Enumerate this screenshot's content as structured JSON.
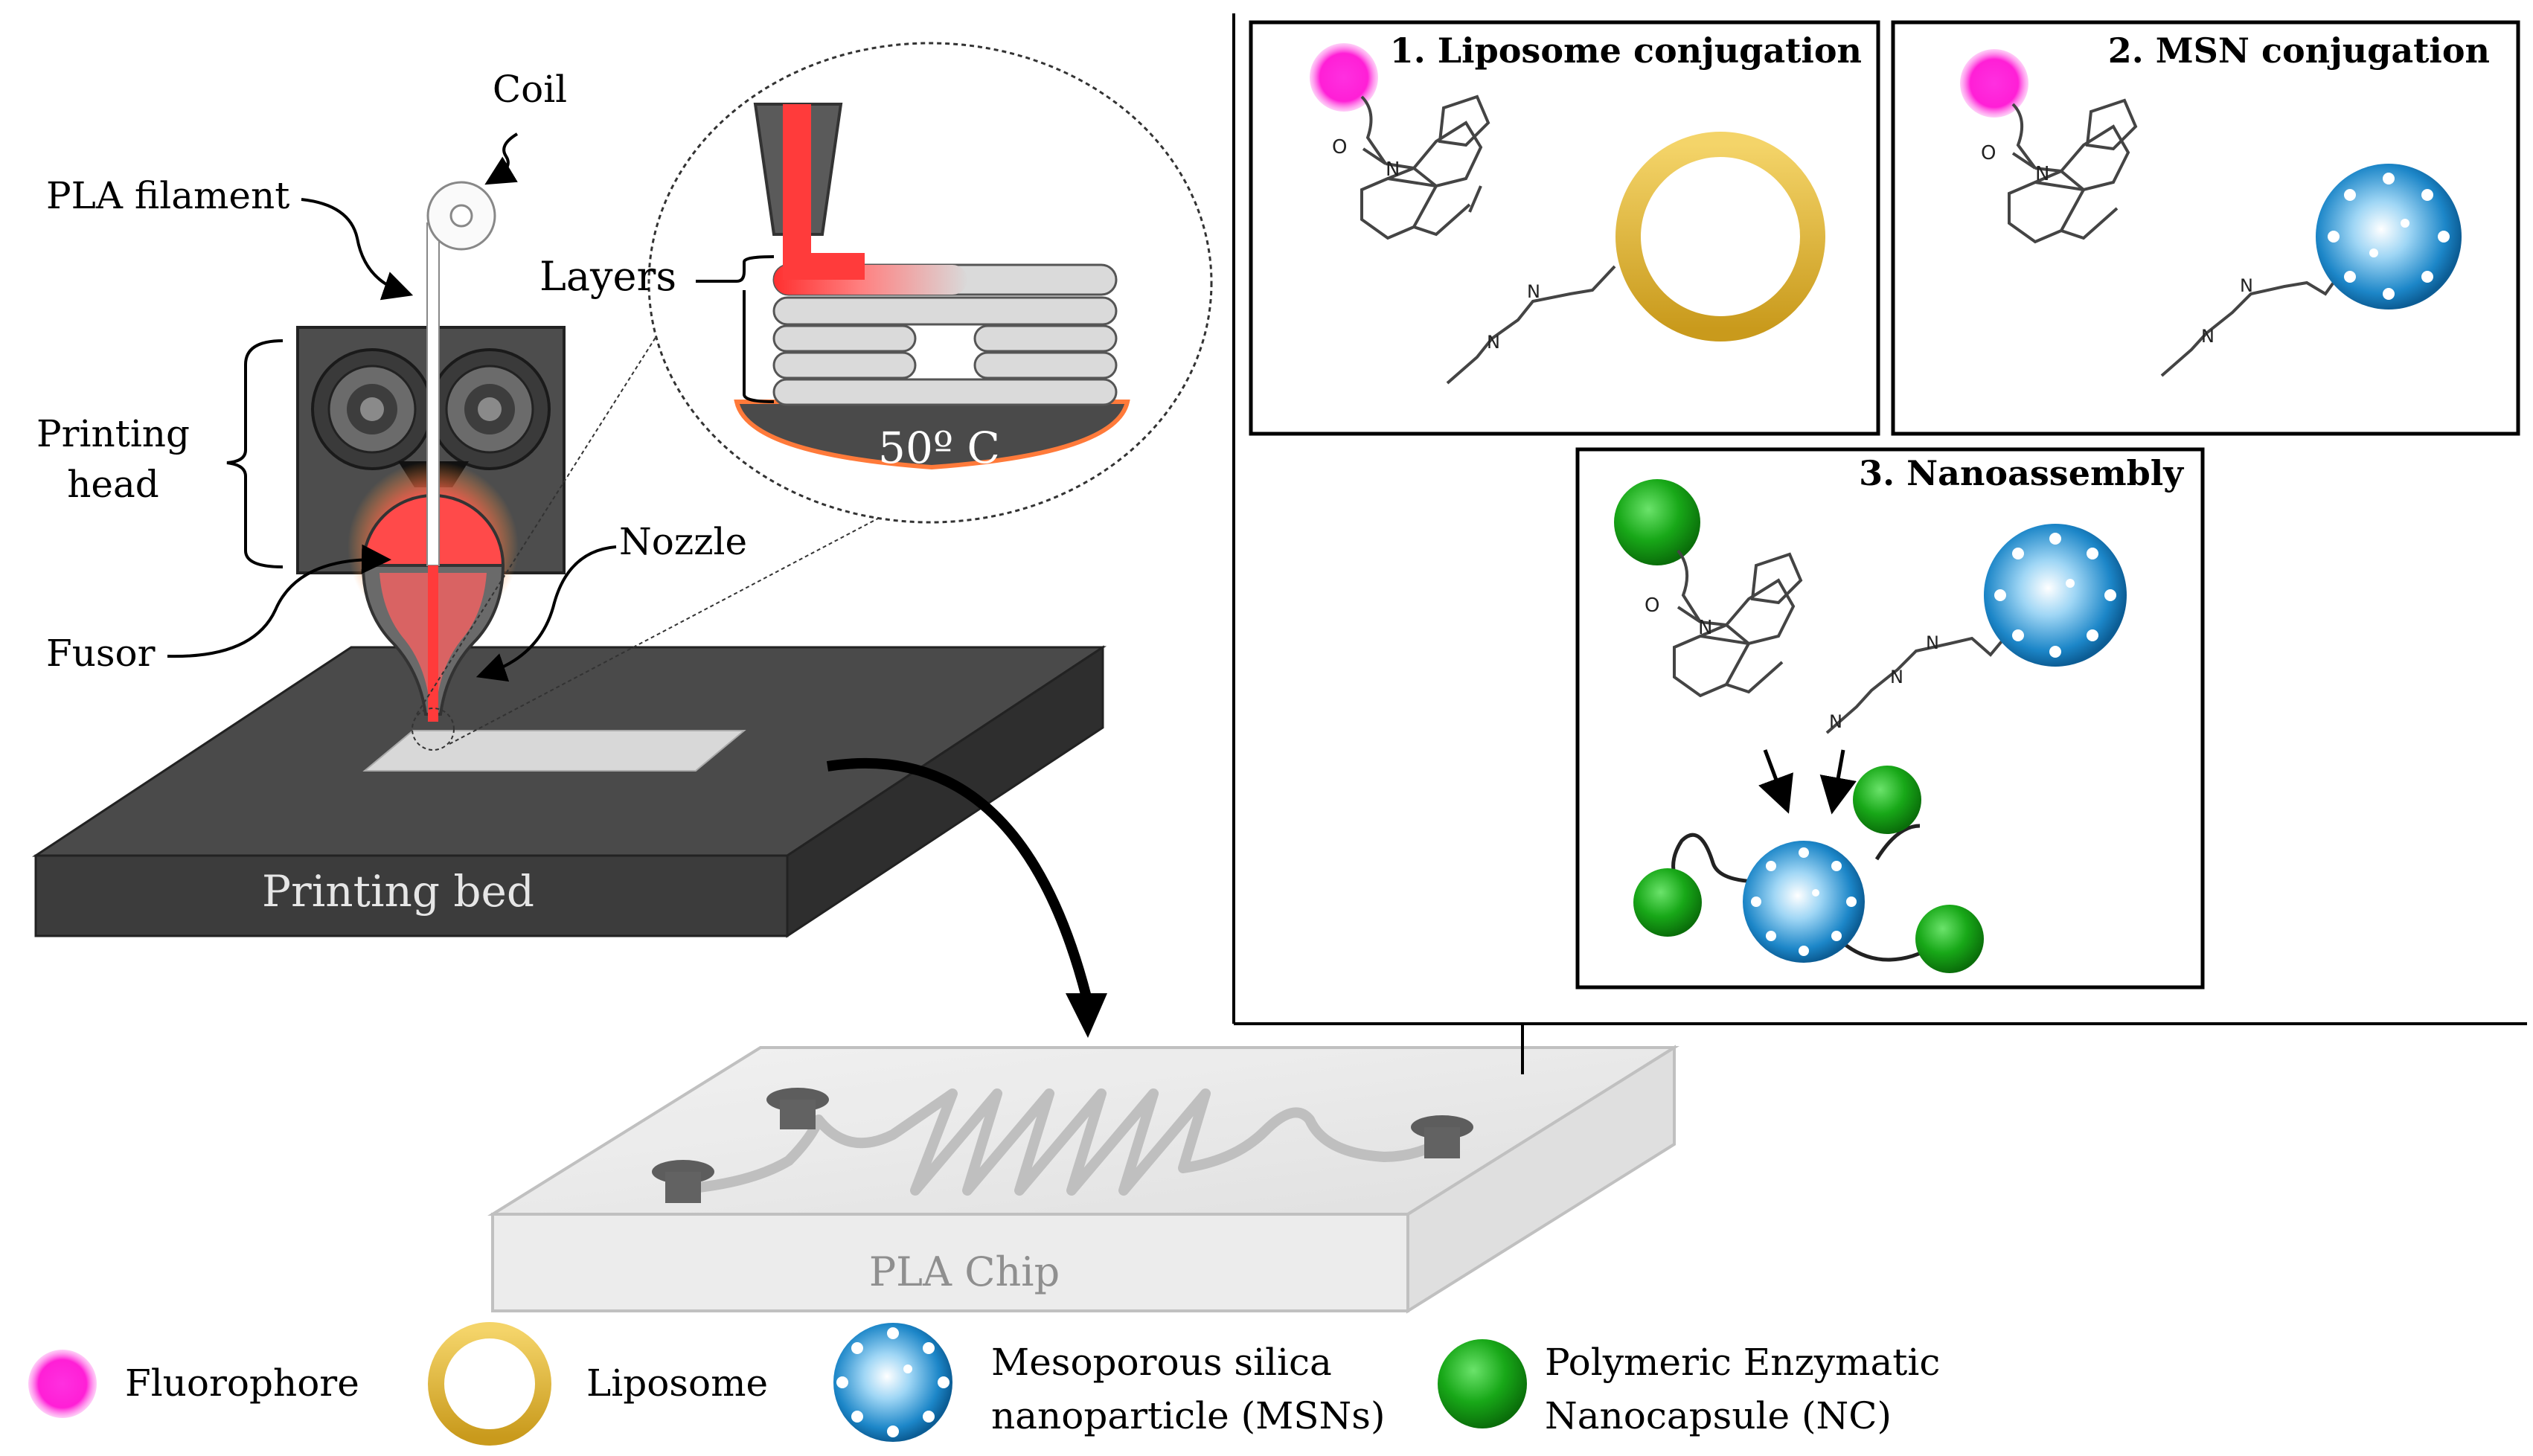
{
  "printer": {
    "coil": "Coil",
    "pla_filament": "PLA filament",
    "printing_head_line1": "Printing",
    "printing_head_line2": "head",
    "nozzle": "Nozzle",
    "fusor": "Fusor",
    "layers": "Layers",
    "temperature": "50º C",
    "printing_bed": "Printing bed"
  },
  "chip": {
    "label": "PLA Chip"
  },
  "panels": {
    "liposome_conjugation": "1. Liposome conjugation",
    "msn_conjugation": "2. MSN conjugation",
    "nanoassembly": "3. Nanoassembly"
  },
  "chemistry": {
    "nitrogen": "N",
    "oxygen": "O"
  },
  "legend": {
    "fluorophore": "Fluorophore",
    "liposome": "Liposome",
    "msn_line1": "Mesoporous silica",
    "msn_line2": "nanoparticle (MSNs)",
    "nc_line1": "Polymeric Enzymatic",
    "nc_line2": "Nanocapsule (NC)"
  },
  "colors": {
    "fluorophore": "#ff1fd6",
    "liposome": "#e8b92f",
    "msn": "#1f8fd1",
    "nanocapsule": "#17a517",
    "heat": "#ff4040",
    "bed": "#4a4a4a"
  }
}
